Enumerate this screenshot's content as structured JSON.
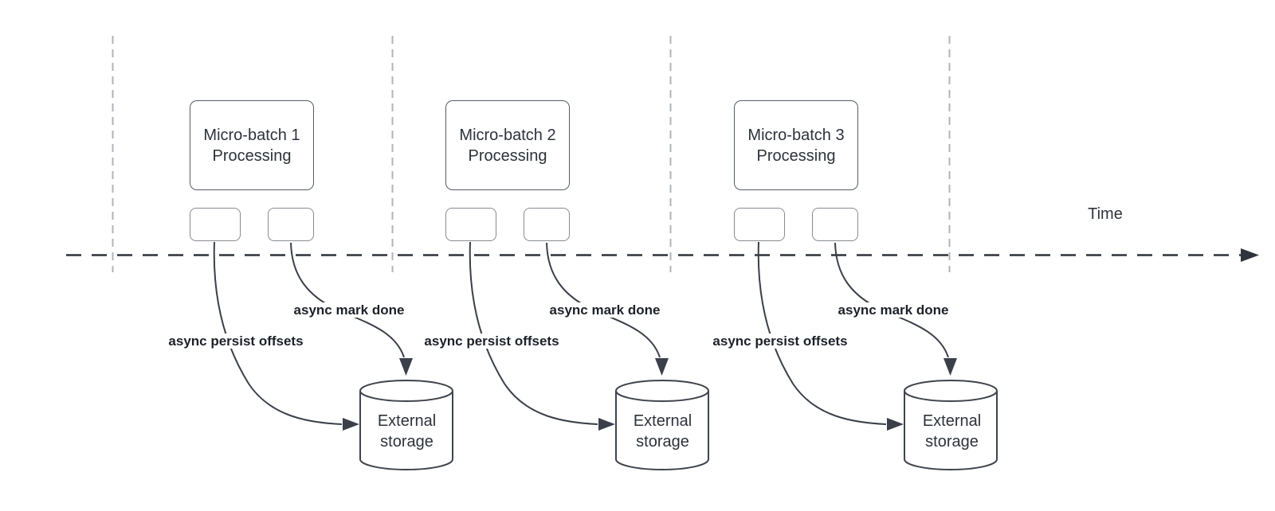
{
  "time_axis": {
    "label": "Time"
  },
  "batches": [
    {
      "box_line1": "Micro-batch 1",
      "box_line2": "Processing",
      "persist_label": "async persist offsets",
      "done_label": "async mark done",
      "storage_line1": "External",
      "storage_line2": "storage"
    },
    {
      "box_line1": "Micro-batch 2",
      "box_line2": "Processing",
      "persist_label": "async persist offsets",
      "done_label": "async mark done",
      "storage_line1": "External",
      "storage_line2": "storage"
    },
    {
      "box_line1": "Micro-batch 3",
      "box_line2": "Processing",
      "persist_label": "async persist offsets",
      "done_label": "async mark done",
      "storage_line1": "External",
      "storage_line2": "storage"
    }
  ],
  "colors": {
    "axis": "#2f343c",
    "gridline": "#b0b3b8",
    "box-border": "#565c66",
    "small-box-border": "#868b92",
    "cyl-stroke": "#3f444d",
    "arrow": "#3a3f49",
    "label-text": "#1c2129",
    "box-text": "#2d323b"
  }
}
